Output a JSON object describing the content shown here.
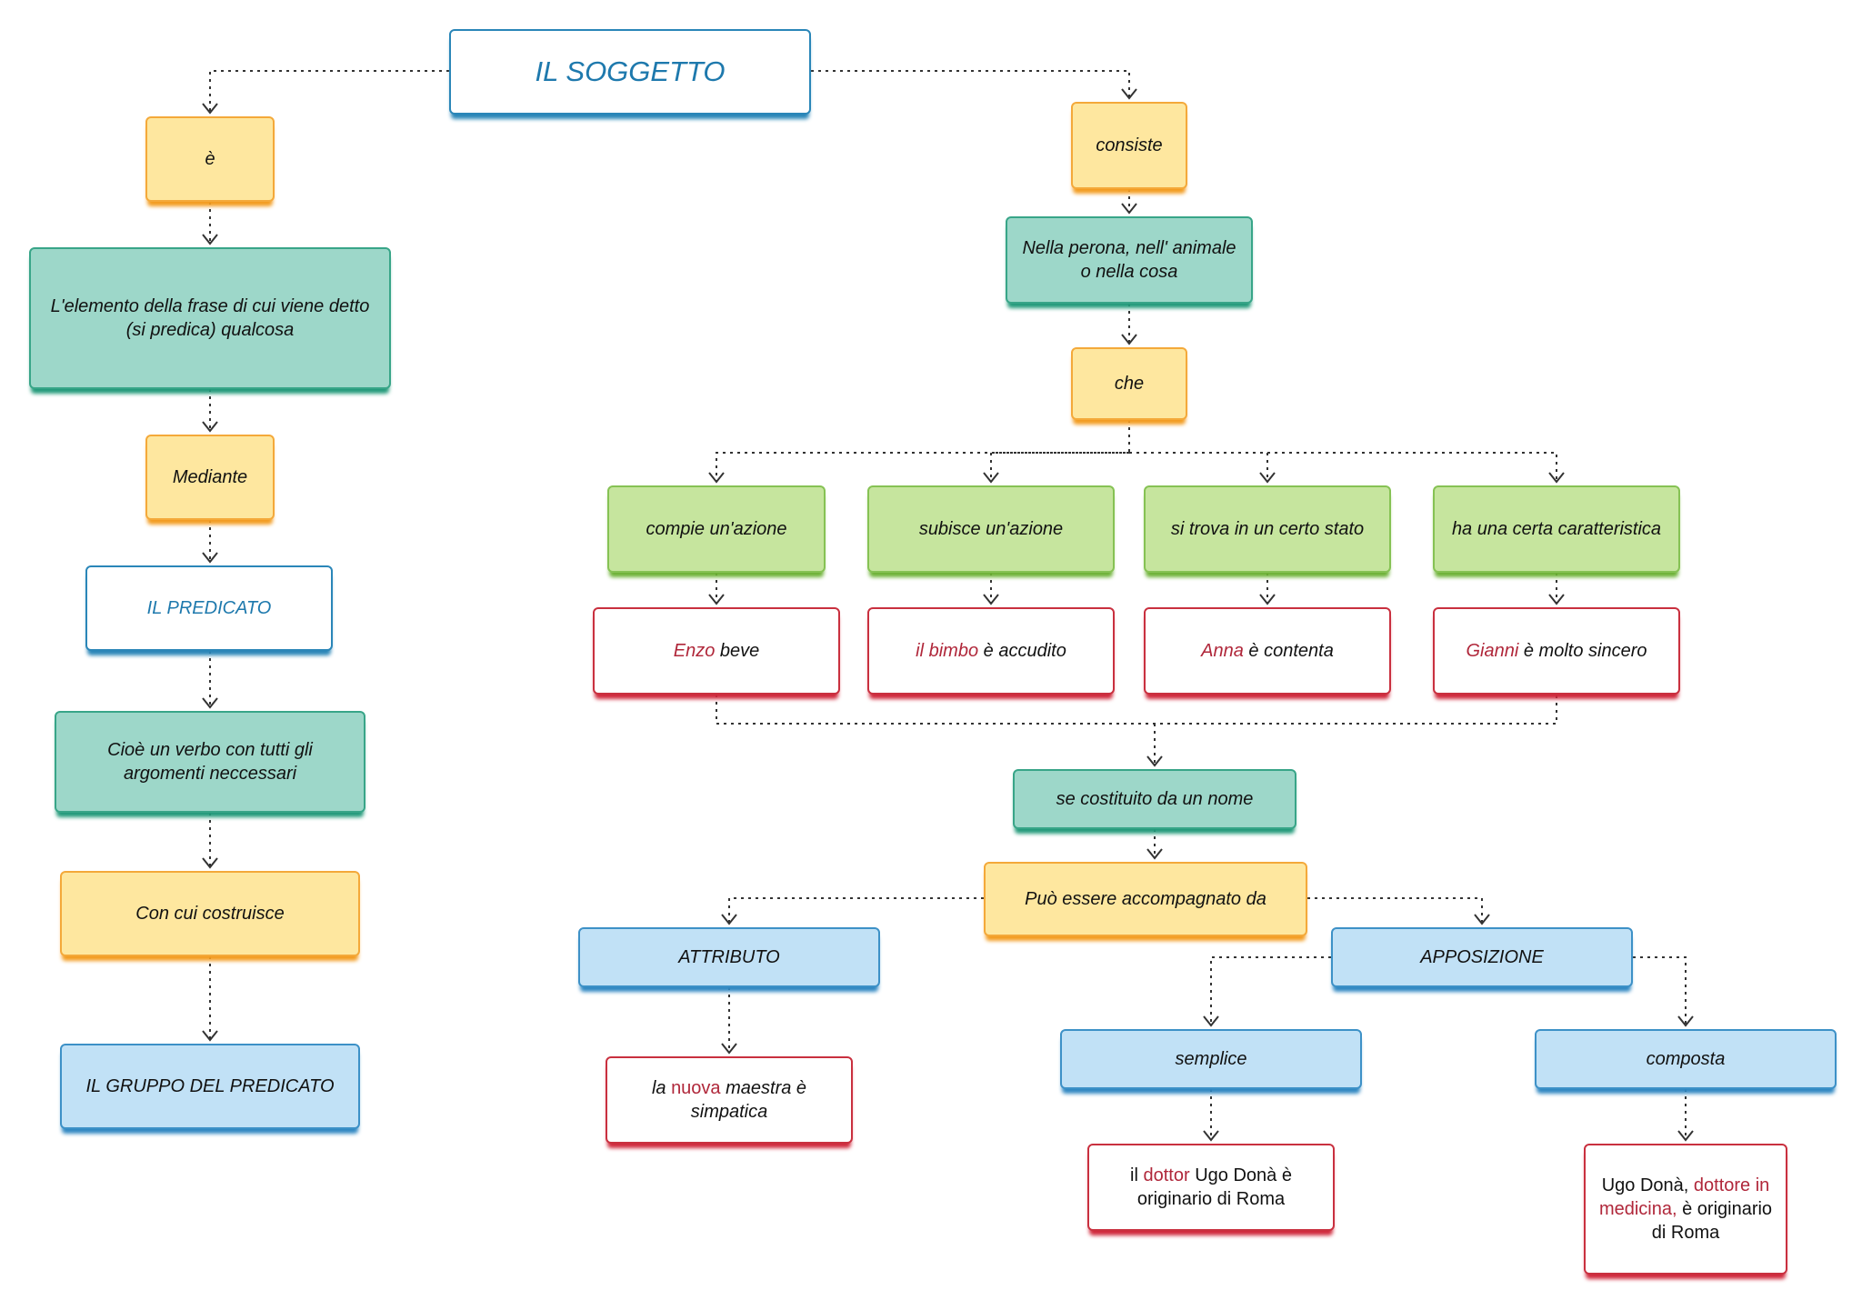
{
  "title": "IL SOGGETTO",
  "left": {
    "e": "è",
    "definition": "L'elemento della frase di cui viene detto (si predica) qualcosa",
    "mediante": "Mediante",
    "predicato": "IL PREDICATO",
    "cioe": "Cioè un verbo con tutti gli argomenti neccessari",
    "con_cui": "Con cui costruisce",
    "gruppo": "IL GRUPPO DEL PREDICATO"
  },
  "right": {
    "consiste": "consiste",
    "nella": "Nella perona, nell' animale o nella cosa",
    "che": "che",
    "branches": [
      {
        "label": "compie un'azione",
        "subject": "Enzo",
        "rest": " beve"
      },
      {
        "label": "subisce un'azione",
        "subject": "il bimbo",
        "rest": " è accudito"
      },
      {
        "label": "si trova in un certo stato",
        "subject": "Anna",
        "rest": " è contenta"
      },
      {
        "label": "ha una certa caratteristica",
        "subject": "Gianni",
        "rest": " è molto sincero"
      }
    ],
    "se_costituito": "se costituito da un nome",
    "puo_essere": "Può essere accompagnato da",
    "attributo": {
      "label": "ATTRIBUTO",
      "example": {
        "before": "la ",
        "highlight": "nuova",
        "after": " maestra è simpatica"
      }
    },
    "apposizione": {
      "label": "APPOSIZIONE",
      "semplice": {
        "label": "semplice",
        "example": {
          "before": "il ",
          "highlight": "dottor",
          "after": " Ugo Donà è originario di Roma"
        }
      },
      "composta": {
        "label": "composta",
        "example": {
          "before": "Ugo Donà, ",
          "highlight": "dottore in medicina,",
          "after": " è originario di Roma"
        }
      }
    }
  },
  "colors": {
    "title_blue": "#1e79ad",
    "yellow": "#fee79f",
    "teal": "#9dd7c9",
    "green": "#c6e59e",
    "light_blue": "#c1e1f6",
    "red_border": "#c9303f",
    "highlight_red": "#b0273a"
  }
}
